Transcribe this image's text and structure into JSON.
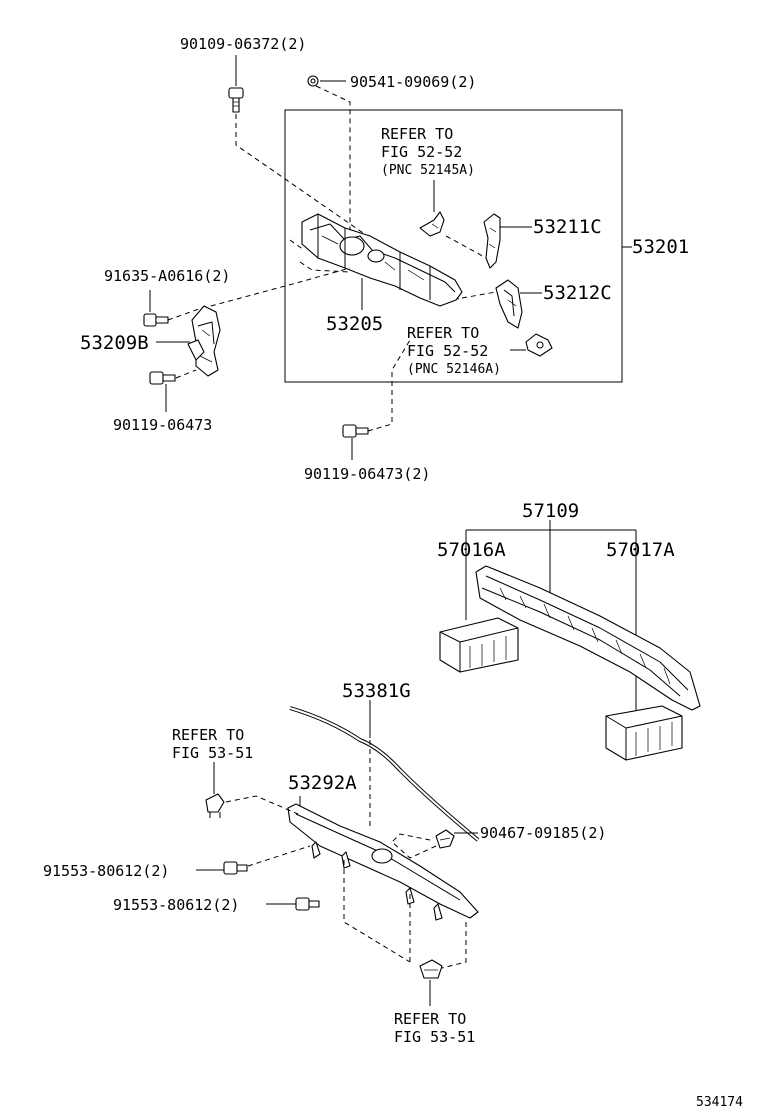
{
  "labels": {
    "bolt_90109": "90109-06372(2)",
    "clip_90541": "90541-09069(2)",
    "ref_52145a_line1": "REFER TO",
    "ref_52145a_line2": "FIG 52-52",
    "ref_52145a_line3": "(PNC 52145A)",
    "part_53211c": "53211C",
    "part_53201": "53201",
    "bolt_91635": "91635-A0616(2)",
    "part_53212c": "53212C",
    "part_53209b": "53209B",
    "part_53205": "53205",
    "ref_52146a_line1": "REFER TO",
    "ref_52146a_line2": "FIG 52-52",
    "ref_52146a_line3": "(PNC 52146A)",
    "bolt_90119_left": "90119-06473",
    "bolt_90119_bottom": "90119-06473(2)",
    "part_57109": "57109",
    "part_57016a": "57016A",
    "part_57017a": "57017A",
    "part_53381g": "53381G",
    "ref_5351_top_line1": "REFER TO",
    "ref_5351_top_line2": "FIG 53-51",
    "part_53292a": "53292A",
    "clip_90467": "90467-09185(2)",
    "bolt_91553_a": "91553-80612(2)",
    "bolt_91553_b": "91553-80612(2)",
    "ref_5351_bottom_line1": "REFER TO",
    "ref_5351_bottom_line2": "FIG 53-51",
    "figure_number": "534174"
  }
}
